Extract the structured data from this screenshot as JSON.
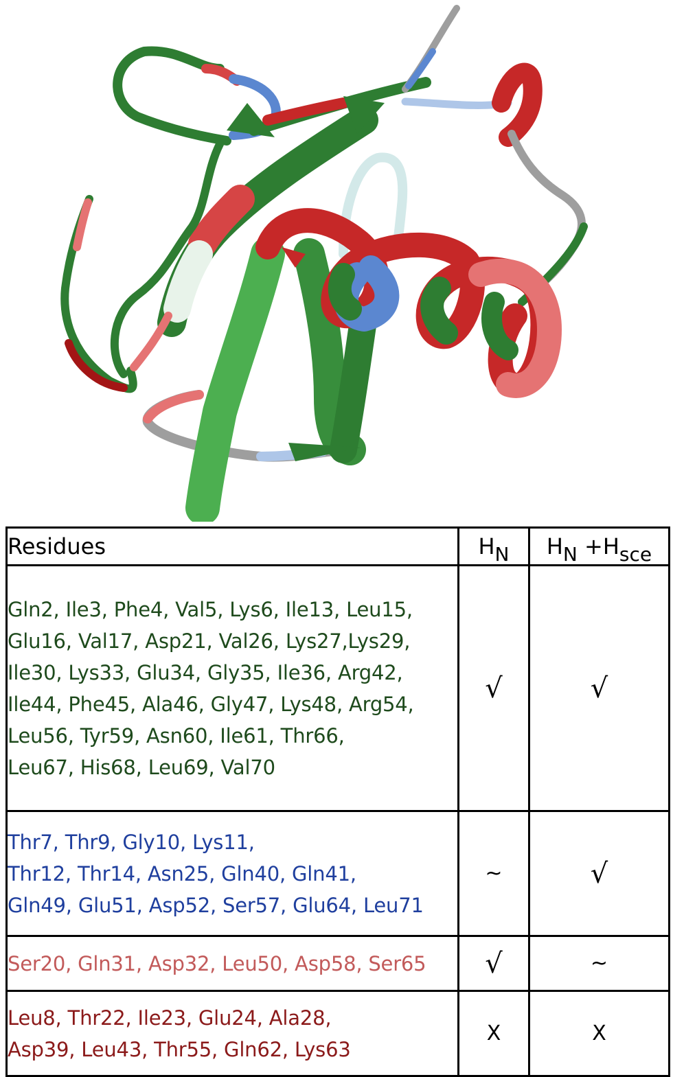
{
  "table": {
    "headers": {
      "residues": "Residues",
      "hn_main": "H",
      "hn_sub": "N",
      "hs_main1": "H",
      "hs_sub1": "N",
      "hs_plus": " +H",
      "hs_sub2": "sce"
    },
    "groups": [
      {
        "color": "#1e4a1c",
        "lines": [
          "Gln2, Ile3, Phe4, Val5, Lys6, Ile13,  Leu15,",
          "Glu16, Val17, Asp21, Val26, Lys27,Lys29,",
          "Ile30, Lys33, Glu34, Gly35, Ile36, Arg42,",
          "Ile44, Phe45, Ala46, Gly47, Lys48, Arg54,",
          "Leu56, Tyr59, Asn60, Ile61, Thr66,",
          "Leu67, His68, Leu69, Val70"
        ],
        "hn": "√",
        "hsce": "√"
      },
      {
        "color": "#1f3f9e",
        "lines": [
          "Thr7, Thr9, Gly10,  Lys11,",
          "Thr12, Thr14, Asn25, Gln40, Gln41,",
          "Gln49, Glu51, Asp52, Ser57, Glu64, Leu71"
        ],
        "hn": "~",
        "hsce": "√"
      },
      {
        "color": "#c25a5a",
        "lines": [
          "Ser20, Gln31, Asp32, Leu50, Asp58, Ser65"
        ],
        "hn": "√",
        "hsce": "~"
      },
      {
        "color": "#8b1a1a",
        "lines": [
          "Leu8, Thr22, Ile23,  Glu24, Ala28,",
          "Asp39, Leu43, Thr55, Gln62, Lys63"
        ],
        "hn": "X",
        "hsce": "X"
      }
    ]
  }
}
